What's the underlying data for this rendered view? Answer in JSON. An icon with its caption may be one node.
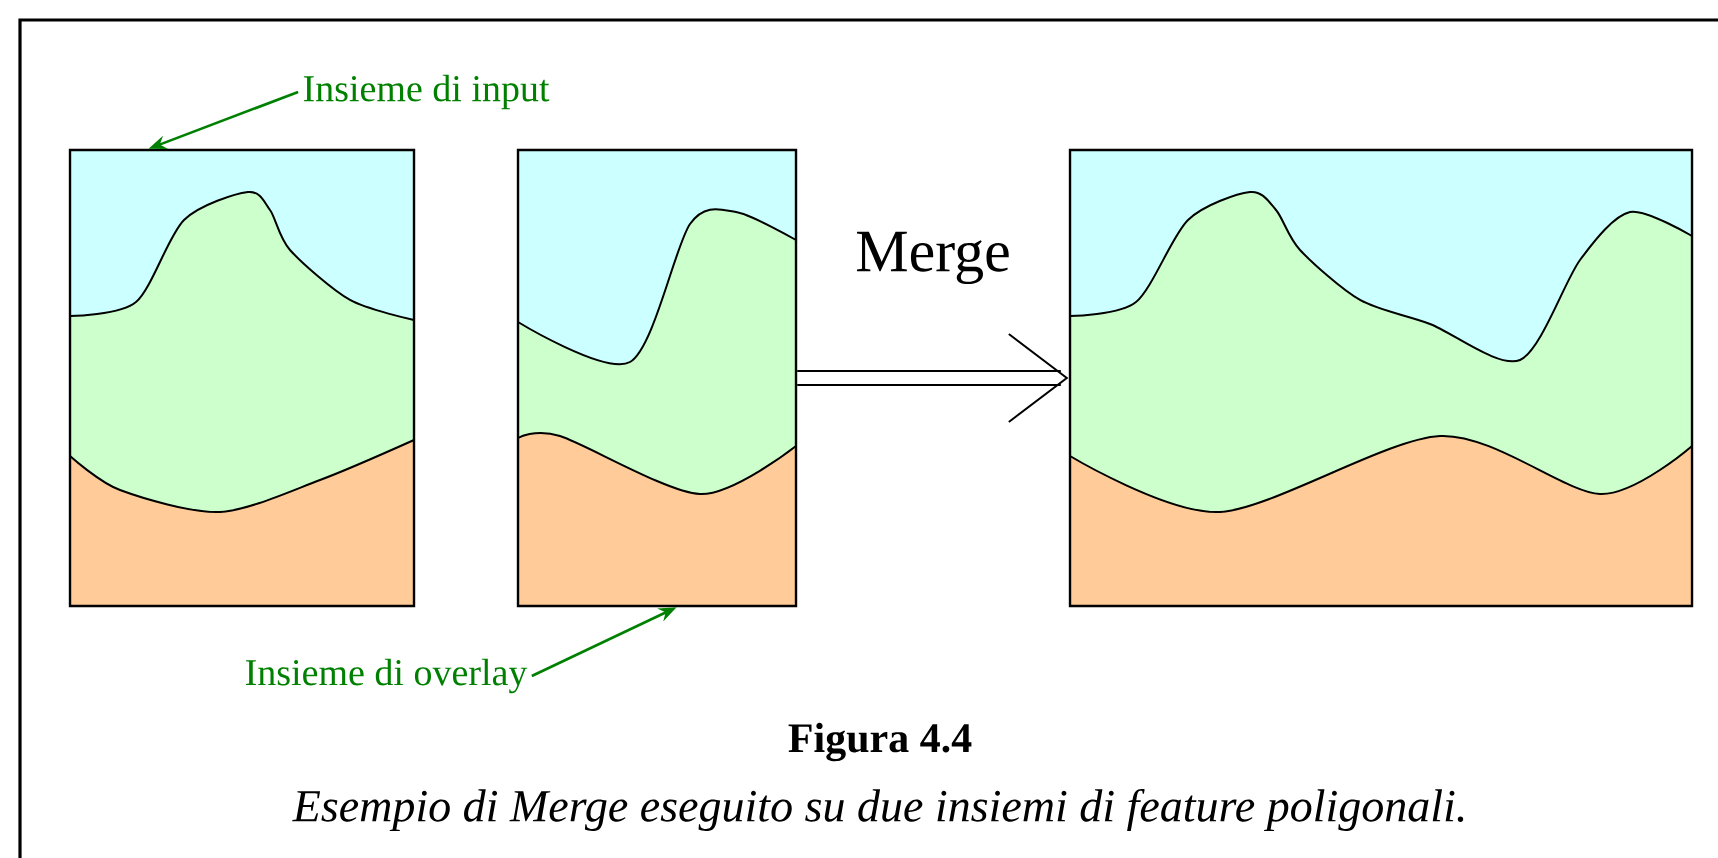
{
  "diagram": {
    "title": "Figura 4.4",
    "caption": "Esempio di Merge eseguito su due insiemi di feature poligonali.",
    "nodes": [
      {
        "text": [
          "Insieme di input"
        ]
      },
      {
        "text": [],
        "shape": "box"
      },
      {
        "text": [],
        "shape": "box"
      },
      {
        "text": [
          "Insieme di overlay"
        ]
      },
      {
        "text": [],
        "shape": "box"
      }
    ],
    "edges": [
      {
        "from": 0,
        "to": 1,
        "arrow": "to"
      },
      {
        "from": 3,
        "to": 2,
        "arrow": "to"
      },
      {
        "from": 2,
        "to": 4,
        "arrow": "to",
        "label": "Merge",
        "color": "#000000"
      }
    ]
  }
}
